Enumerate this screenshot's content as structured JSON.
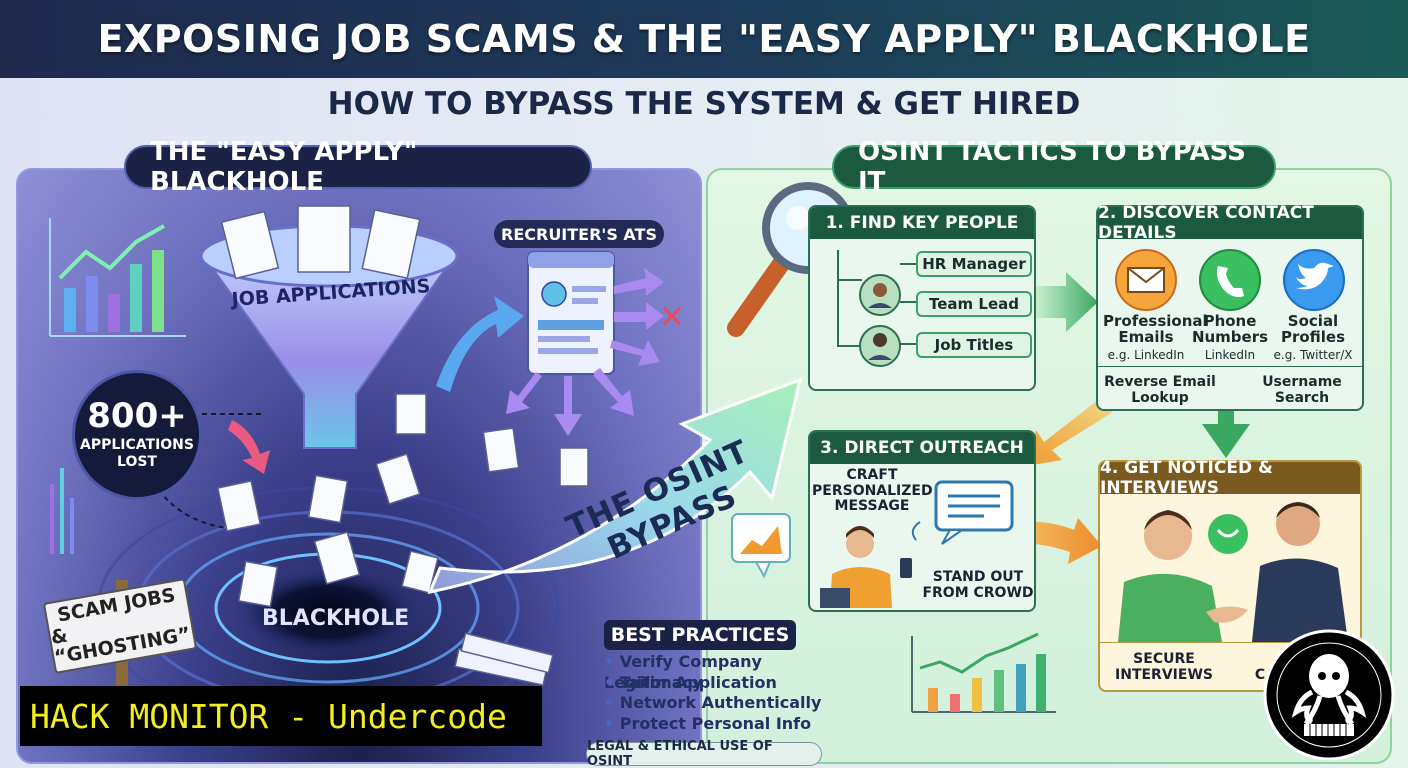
{
  "header": {
    "title": "EXPOSING JOB SCAMS & THE \"EASY APPLY\" BLACKHOLE",
    "subtitle": "HOW TO BYPASS THE SYSTEM & GET HIRED"
  },
  "left": {
    "heading": "THE \"EASY APPLY\" BLACKHOLE",
    "funnel_label": "JOB APPLICATIONS",
    "ats_label": "RECRUITER'S ATS",
    "stat_value": "800+",
    "stat_label_1": "APPLICATIONS",
    "stat_label_2": "LOST",
    "blackhole_label": "BLACKHOLE",
    "scam_sign_1": "SCAM JOBS",
    "scam_sign_2": "& “GHOSTING”"
  },
  "bypass_arrow": "THE OSINT BYPASS",
  "right": {
    "heading": "OSINT TACTICS TO BYPASS IT",
    "step1": {
      "title": "1. FIND KEY PEOPLE",
      "roles": [
        "HR Manager",
        "Team Lead",
        "Job Titles"
      ]
    },
    "step2": {
      "title": "2. DISCOVER CONTACT DETAILS",
      "email_title_1": "Professional",
      "email_title_2": "Emails",
      "email_note": "e.g. LinkedIn",
      "phone_title_1": "Phone",
      "phone_title_2": "Numbers",
      "phone_note": "LinkedIn",
      "social_title_1": "Social",
      "social_title_2": "Profiles",
      "social_note": "e.g. Twitter/X",
      "lookup_1a": "Reverse Email",
      "lookup_1b": "Lookup",
      "lookup_2a": "Username",
      "lookup_2b": "Search"
    },
    "step3": {
      "title": "3. DIRECT OUTREACH",
      "craft_1": "CRAFT",
      "craft_2": "PERSONALIZED",
      "craft_3": "MESSAGE",
      "standout_1": "STAND OUT",
      "standout_2": "FROM CROWD"
    },
    "step4": {
      "title": "4. GET NOTICED & INTERVIEWS",
      "secure_1": "SECURE",
      "secure_2": "INTERVIEWS",
      "partial": "C"
    }
  },
  "best_practices": {
    "title": "BEST PRACTICES",
    "items": [
      "Verify Company Legitimacy",
      "Tailor Application",
      "Network Authentically",
      "Protect Personal Info"
    ]
  },
  "legal": "LEGAL & ETHICAL USE OF OSINT",
  "watermark": "HACK MONITOR - Undercode"
}
